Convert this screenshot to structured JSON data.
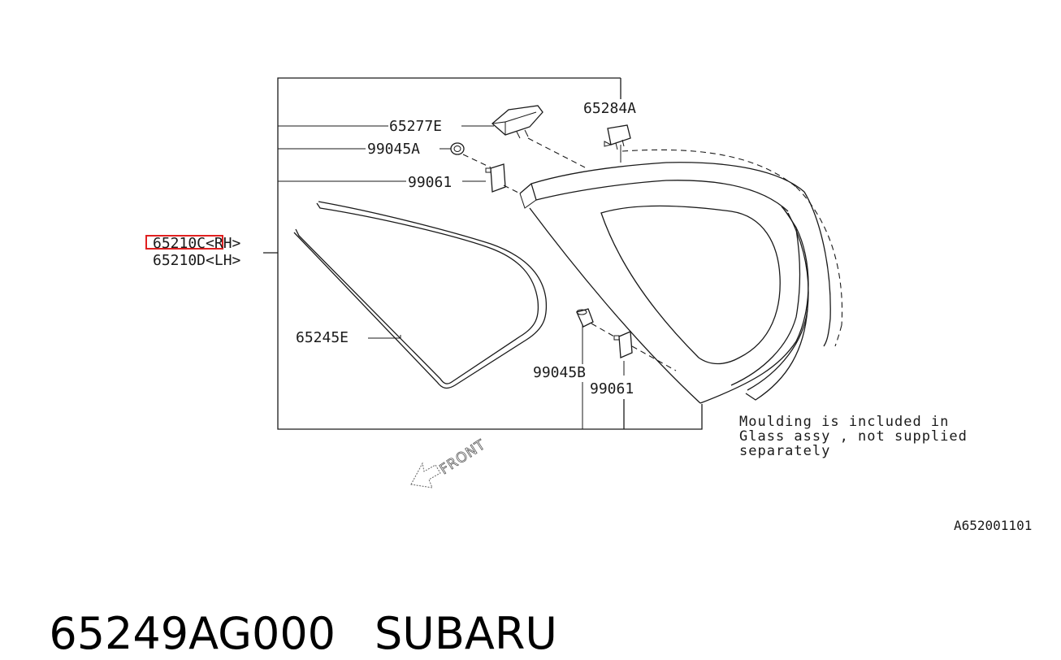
{
  "callouts": {
    "p65277E": "65277E",
    "p65284A": "65284A",
    "p99045A": "99045A",
    "p99061_top": "99061",
    "p65210C": "65210C<RH>",
    "p65210D": "65210D<LH>",
    "p65245E": "65245E",
    "p99045B": "99045B",
    "p99061_bottom": "99061"
  },
  "note": {
    "line1": "Moulding is included in",
    "line2": "Glass assy , not supplied",
    "line3": "separately"
  },
  "front_label": "FRONT",
  "figure_ref": "A652001101",
  "caption": {
    "part_number": "65249AG000",
    "brand": "SUBARU"
  },
  "highlight_color": "#e02020"
}
